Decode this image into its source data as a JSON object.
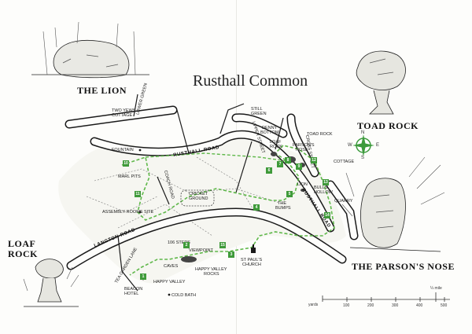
{
  "title": "Rusthall Common",
  "captions": {
    "lion": "THE LION",
    "toad": "TOAD ROCK",
    "parson": "THE PARSON'S NOSE",
    "loaf_line1": "LOAF",
    "loaf_line2": "ROCK"
  },
  "roads": {
    "rusthall": "RUSTHALL ROAD",
    "langton": "LANGTON ROAD",
    "rusthall_right": "RUSTHALL ROAD",
    "upper_street": "UPPER STREET",
    "tea_garden_lane": "TEA GARDEN LANE",
    "coach_road": "COACH ROAD",
    "lower_green": "LOWER GREEN",
    "cross_street": "CROSS STREET"
  },
  "places": {
    "two_yews_1": "TWO YEWS",
    "two_yews_2": "COTTAGE",
    "still_green_1": "STILL",
    "still_green_2": "GREEN",
    "denny_1": "DENNY",
    "denny_2": "BOTTOM",
    "toad_rock": "TOAD ROCK",
    "parsons_1": "PARSON'S",
    "parsons_2": "NOSE",
    "loaf_1": "LOAF",
    "loaf_2": "ROCK",
    "cottage": "COTTAGE",
    "fountain": "FOUNTAIN",
    "marl_pits": "MARL PITS",
    "cricket_1": "CRICKET",
    "cricket_2": "GROUND",
    "lion": "LION",
    "bulls_1": "BULLS",
    "bulls_2": "HOLLOW",
    "bumps_1": "THE",
    "bumps_2": "BUMPS",
    "quarry": "QUARRY",
    "assembly": "ASSEMBLY ROOMS SITE",
    "steps": "106 STEPS",
    "viewpoint": "VIEWPOINT",
    "caves": "CAVES",
    "hv_rocks_1": "HAPPY VALLEY",
    "hv_rocks_2": "ROCKS",
    "st_pauls_1": "ST PAUL'S",
    "st_pauls_2": "CHURCH",
    "happy_valley": "HAPPY VALLEY",
    "beacon_1": "BEACON",
    "beacon_2": "HOTEL",
    "cold_bath": "COLD BATH"
  },
  "markers": {
    "m1": "1",
    "m2": "2",
    "m3": "3",
    "m4": "4",
    "m5": "5",
    "m6": "6",
    "m7": "7",
    "m8": "8",
    "m9": "9",
    "m10": "10",
    "m11": "11",
    "m12": "12",
    "m13": "13",
    "m14": "14",
    "m15": "15"
  },
  "compass": {
    "n": "N",
    "s": "S",
    "w": "W",
    "e": "E"
  },
  "scale": {
    "mile_label": "¼ mile",
    "unit_label": "yards",
    "ticks": [
      "100",
      "200",
      "300",
      "400",
      "500"
    ]
  },
  "colors": {
    "road": "#1a1a1a",
    "trail": "#5fb84a",
    "marker": "#3f9a3a",
    "compass": "#3c9a3c"
  },
  "icons": {
    "church": "church-icon",
    "compass": "compass-rose-icon"
  }
}
